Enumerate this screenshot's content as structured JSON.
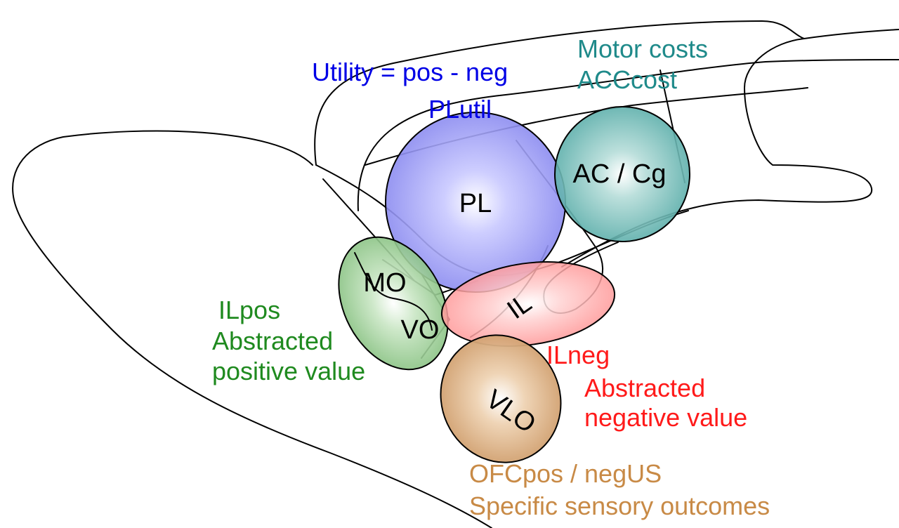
{
  "colors": {
    "pl": "#0000e6",
    "ac": "#1f8a8a",
    "il": "#ff1a1a",
    "mo": "#1f8a1f",
    "vlo": "#c88a46"
  },
  "regions": {
    "pl": "PL",
    "ac": "AC / Cg",
    "mo": "MO",
    "vo": "VO",
    "il": "IL",
    "vlo": "VLO"
  },
  "annotations": {
    "pl": {
      "line1": "Utility = pos - neg",
      "line2": "PLutil"
    },
    "ac": {
      "line1": "Motor costs",
      "line2": "ACCcost"
    },
    "il": {
      "line1": "ILneg",
      "line2": "Abstracted",
      "line3": "negative value"
    },
    "mo": {
      "line1": "ILpos",
      "line2": "Abstracted",
      "line3": "positive value"
    },
    "vlo": {
      "line1": "OFCpos / negUS",
      "line2": "Specific sensory outcomes"
    }
  }
}
